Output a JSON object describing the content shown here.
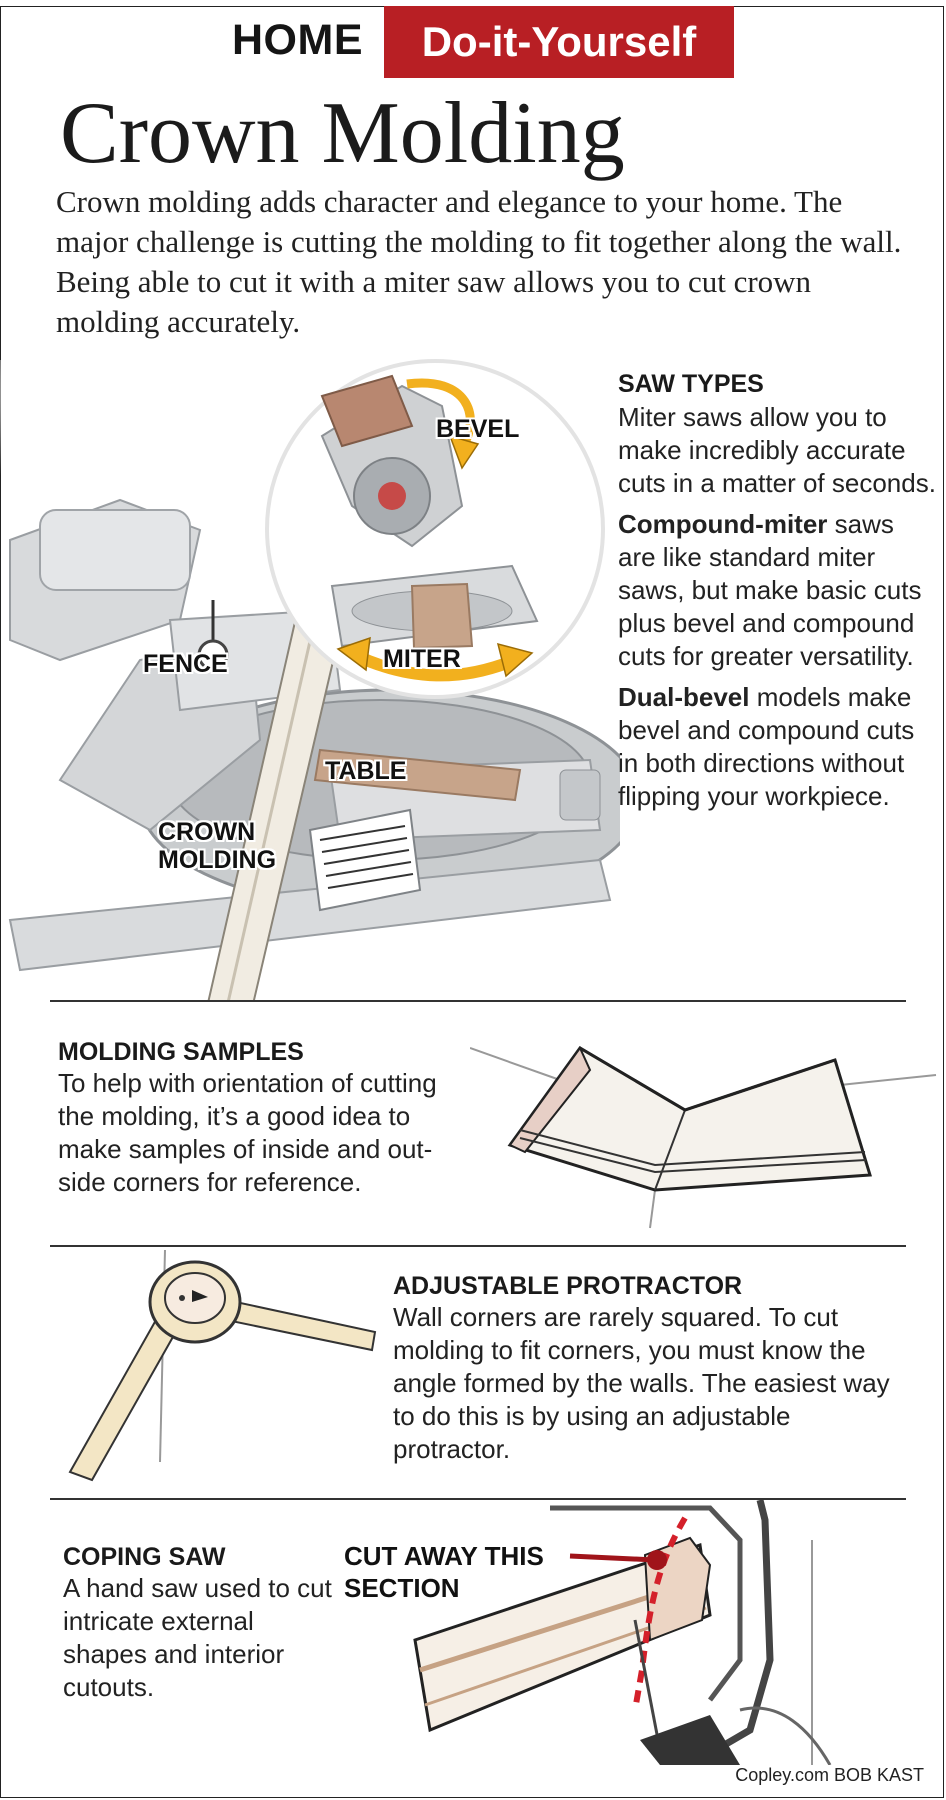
{
  "header": {
    "home": "HOME",
    "section": "Do-it-Yourself"
  },
  "title": "Crown Molding",
  "intro": "Crown molding adds character and elegance to your home. The major challenge is cutting the molding to fit together along the wall. Being able to cut it with a miter saw allows you to cut crown molding accurately.",
  "saw_types": {
    "heading": "SAW TYPES",
    "p1": "Miter saws allow you to make incredibly accurate cuts in a matter of seconds.",
    "p2_bold": "Compound-miter",
    "p2": " saws are like standard miter saws, but make basic cuts plus bevel and compound cuts for greater versatility.",
    "p3_bold": "Dual-bevel",
    "p3": " models make bevel and compound cuts in both directions without flipping your workpiece."
  },
  "saw_labels": {
    "bevel": "BEVEL",
    "miter": "MITER",
    "fence": "FENCE",
    "table": "TABLE",
    "crown_1": "CROWN",
    "crown_2": "MOLDING"
  },
  "molding_samples": {
    "heading": "MOLDING SAMPLES",
    "body": "To help with orientation of cutting the molding, it’s a good idea to make samples of inside and out-side corners for reference."
  },
  "protractor": {
    "heading": "ADJUSTABLE PROTRACTOR",
    "body": "Wall corners are rarely squared. To cut molding to fit corners, you must know the angle formed by the walls. The easiest way to do this is by using an adjustable protractor."
  },
  "coping_saw": {
    "heading": "COPING SAW",
    "body": "A hand saw used to cut intricate external shapes and interior cutouts.",
    "callout_1": "CUT AWAY THIS",
    "callout_2": "SECTION"
  },
  "credit": "Copley.com BOB KAST",
  "colors": {
    "accent_red": "#b81f24",
    "arrow_yellow": "#f2b01e",
    "molding_tan": "#e9dcc4"
  }
}
